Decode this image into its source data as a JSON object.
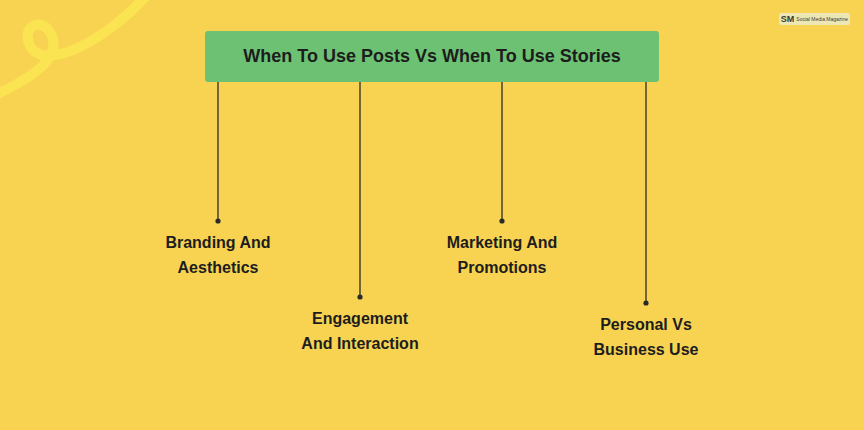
{
  "diagram": {
    "title": "When To Use Posts Vs When To Use Stories",
    "nodes": [
      {
        "text": [
          "When To Use Posts Vs When To Use Stories"
        ]
      },
      {
        "text": [
          "Branding And Aesthetics"
        ]
      },
      {
        "text": [
          "Engagement And Interaction"
        ]
      },
      {
        "text": [
          "Marketing And Promotions"
        ]
      },
      {
        "text": [
          "Personal Vs Business Use"
        ]
      },
      {
        "text": [
          "SM",
          "Social Media Magazine"
        ]
      }
    ],
    "edges": [
      {
        "from": 0,
        "to": 1,
        "arrow": "none"
      },
      {
        "from": 0,
        "to": 2,
        "arrow": "none"
      },
      {
        "from": 0,
        "to": 3,
        "arrow": "none"
      },
      {
        "from": 0,
        "to": 4,
        "arrow": "none"
      }
    ]
  }
}
